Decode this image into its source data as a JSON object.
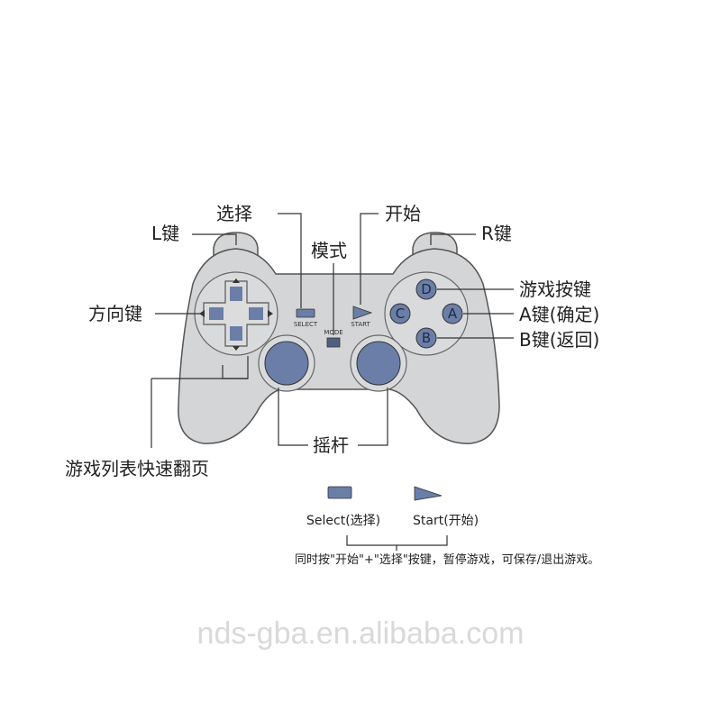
{
  "labels": {
    "l_key": "L键",
    "select": "选择",
    "start": "开始",
    "mode": "模式",
    "r_key": "R键",
    "dpad": "方向键",
    "game_keys": "游戏按键",
    "a_key": "A键(确定)",
    "b_key": "B键(返回)",
    "joystick": "摇杆",
    "page_flip": "游戏列表快速翻页"
  },
  "controller": {
    "select_text": "SELECT",
    "start_text": "START",
    "mode_text": "MODE",
    "buttons": {
      "top": "D",
      "left": "C",
      "right": "A",
      "bottom": "B"
    }
  },
  "legend": {
    "select_label": "Select(选择)",
    "start_label": "Start(开始)",
    "note": "同时按\"开始\"+\"选择\"按键，暂停游戏，可保存/退出游戏。"
  },
  "watermark": "nds-gba.en.alibaba.com",
  "colors": {
    "body": "#d4d5d6",
    "outline": "#555555",
    "button": "#6a7ea8",
    "line": "#333333"
  }
}
